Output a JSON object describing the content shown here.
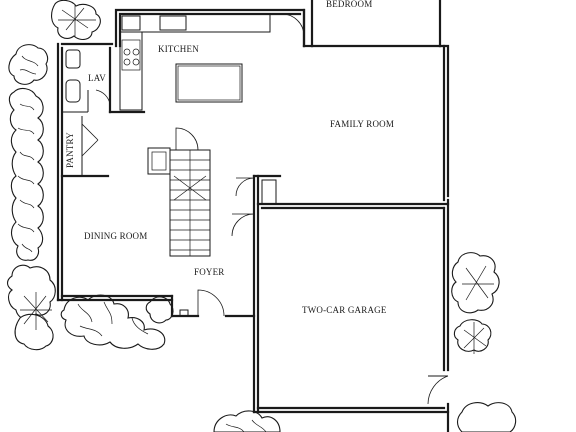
{
  "rooms": {
    "kitchen": "KITCHEN",
    "lav": "LAV",
    "pantry": "PANTRY",
    "family_room": "FAMILY ROOM",
    "dining_room": "DINING ROOM",
    "foyer": "FOYER",
    "garage": "TWO-CAR GARAGE",
    "top_cut": "BEDROOM"
  },
  "colors": {
    "ink": "#1a1a1a",
    "paper": "#ffffff"
  }
}
